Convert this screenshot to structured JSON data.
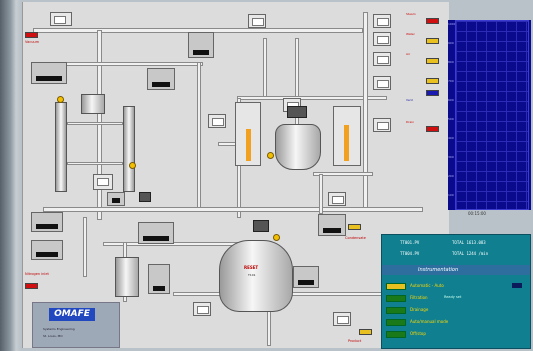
{
  "colors": {
    "hmi_bg": "#dcdcdc",
    "trend_bg": "#0a0a8c",
    "legend_panel": "#108090",
    "alarm_red": "#c00000",
    "indicator_yellow": "#f2c000",
    "logo_blue": "#2248c0"
  },
  "trend": {
    "axis_ticks": [
      "1000",
      "900",
      "800",
      "700",
      "600",
      "500",
      "400",
      "300",
      "200",
      "100"
    ],
    "footer": "00:15:00"
  },
  "readouts": {
    "line1_id": "TT001.PV",
    "line1_value": "TOTAL  1613.083",
    "line2_id": "TT004.PV",
    "line2_value": "TOTAL  1244 /min"
  },
  "legend": {
    "title": "Instrumentation",
    "items": [
      {
        "label": "Automatic - Auto",
        "aux": "",
        "color": "#e8c020"
      },
      {
        "label": "Filtration",
        "aux": "Ready set",
        "color": "#1a7a1a"
      },
      {
        "label": "Drainage",
        "aux": "",
        "color": "#1a7a1a"
      },
      {
        "label": "Auto/manual mode",
        "aux": "",
        "color": "#1a7a1a"
      },
      {
        "label": "Off/stop",
        "aux": "",
        "color": "#1a7a1a"
      }
    ]
  },
  "logo": {
    "brand": "OMAFE",
    "sub1": "Systems Engineering",
    "sub2": "St. Louis, MO"
  },
  "labels": {
    "left_red_top": "Vacuum",
    "left_red_bottom": "Nitrogen inlet",
    "right_tags": [
      "Steam",
      "Water",
      "Air",
      "Vent",
      "Drain"
    ],
    "right_red_1": "Condensate",
    "right_red_2": "Product",
    "tank_main": "RESET",
    "tank_sub": "T101"
  }
}
